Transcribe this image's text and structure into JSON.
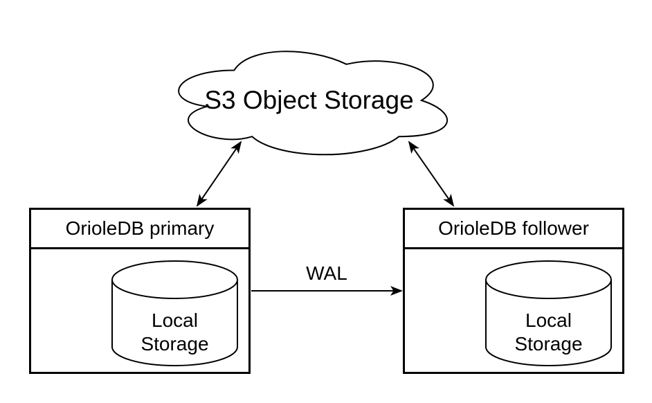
{
  "diagram": {
    "colors": {
      "stroke": "#000000",
      "fill": "#ffffff"
    },
    "cloud": {
      "label": "S3 Object Storage"
    },
    "nodes": {
      "primary": {
        "title": "OrioleDB primary",
        "storage_label": "Local\nStorage"
      },
      "follower": {
        "title": "OrioleDB follower",
        "storage_label": "Local\nStorage"
      }
    },
    "edges": {
      "wal": {
        "label": "WAL"
      }
    }
  }
}
